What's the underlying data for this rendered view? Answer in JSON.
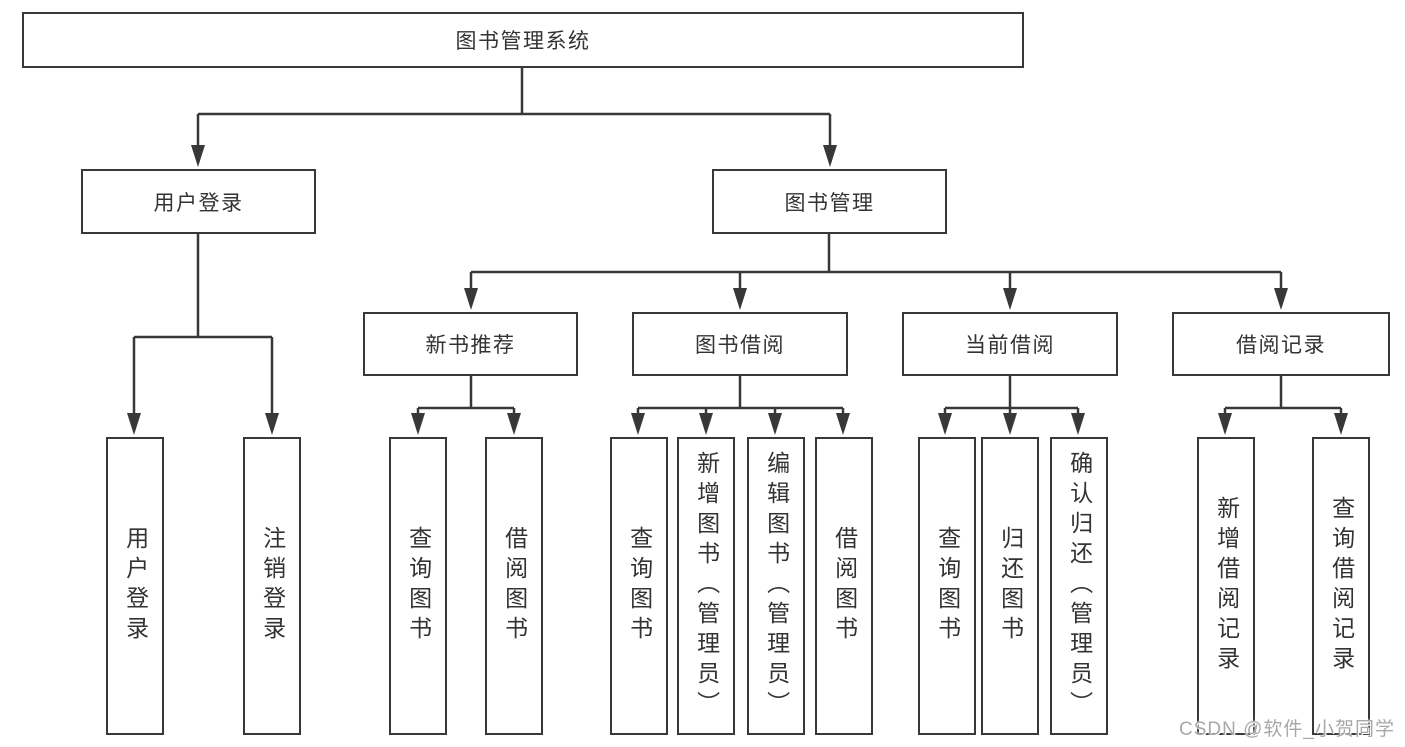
{
  "title": "图书管理系统",
  "nodes": {
    "user_login": {
      "label": "用户登录",
      "leaves": [
        "用户登录",
        "注销登录"
      ]
    },
    "book_mgmt": {
      "label": "图书管理"
    }
  },
  "modules": [
    {
      "label": "新书推荐",
      "leaves": [
        "查询图书",
        "借阅图书"
      ]
    },
    {
      "label": "图书借阅",
      "leaves": [
        "查询图书",
        "新增图书（管理员）",
        "编辑图书（管理员）",
        "借阅图书"
      ]
    },
    {
      "label": "当前借阅",
      "leaves": [
        "查询图书",
        "归还图书",
        "确认归还（管理员）"
      ]
    },
    {
      "label": "借阅记录",
      "leaves": [
        "新增借阅记录",
        "查询借阅记录"
      ]
    }
  ],
  "watermark": "CSDN @软件_小贺同学",
  "colors": {
    "line": "#383838",
    "text": "#333333",
    "watermark": "#a8a8a8"
  }
}
